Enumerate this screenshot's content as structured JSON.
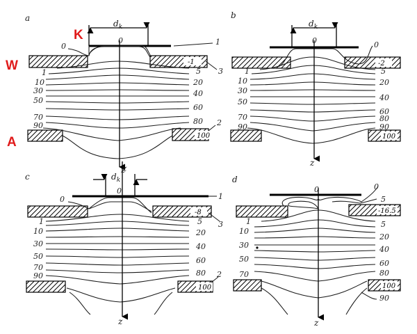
{
  "figure": {
    "markers": {
      "K": "K",
      "W": "W",
      "A": "A"
    },
    "axis_label": "z",
    "dk_label": "d",
    "dk_sub": "k",
    "panels": [
      {
        "letter": "a",
        "zero_top": "0",
        "zero_side": "0",
        "electrode_value": "-1",
        "anode_value": "100",
        "callouts": [
          "1",
          "2",
          "3"
        ],
        "left_values": [
          "1",
          "10",
          "30",
          "50",
          "70",
          "90"
        ],
        "right_values": [
          "5",
          "20",
          "40",
          "60",
          "80"
        ]
      },
      {
        "letter": "b",
        "zero_top": "0",
        "zero_side": "0",
        "electrode_value": "-2",
        "anode_value": "100",
        "callouts": [],
        "left_values": [
          "1",
          "10",
          "30",
          "50",
          "70",
          "90"
        ],
        "right_values": [
          "5",
          "20",
          "40",
          "60",
          "80",
          "90"
        ]
      },
      {
        "letter": "c",
        "zero_top": "0",
        "zero_side": "0",
        "electrode_value": "-8",
        "anode_value": "100",
        "callouts": [
          "1",
          "2",
          "3"
        ],
        "left_values": [
          "1",
          "10",
          "30",
          "50",
          "70",
          "90"
        ],
        "right_values": [
          "5",
          "20",
          "40",
          "60",
          "80"
        ]
      },
      {
        "letter": "d",
        "zero_top": "0",
        "zero_side": "0",
        "electrode_value": "-16.5",
        "anode_value": "100",
        "callouts": [],
        "left_values": [
          "1",
          "10",
          "30",
          "50",
          "70"
        ],
        "right_values": [
          "5",
          "5",
          "20",
          "40",
          "60",
          "80",
          "90"
        ]
      }
    ]
  }
}
